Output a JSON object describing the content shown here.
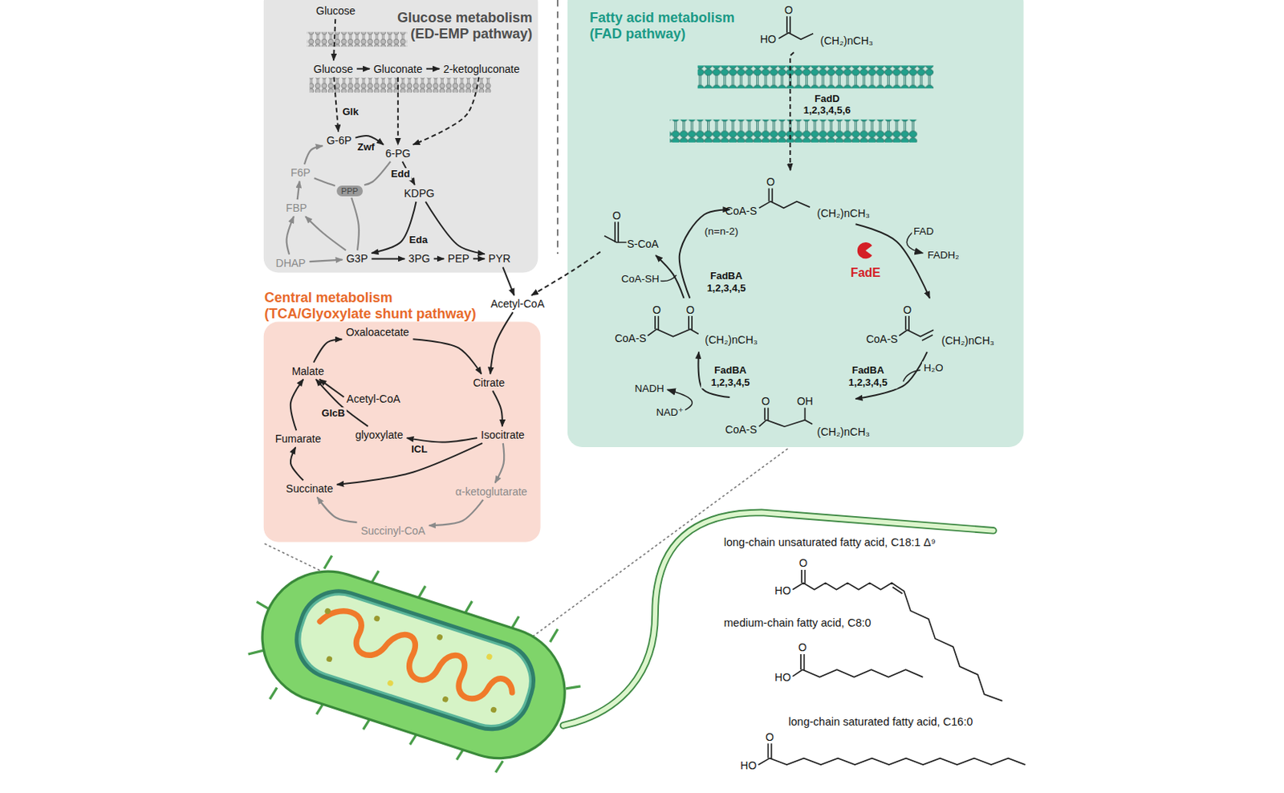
{
  "diagram": {
    "nodes": [
      {
        "text": [
          "Glucose metabolism (ED-EMP pathway)"
        ]
      },
      {
        "text": [
          "Glucose"
        ],
        "in": 0
      },
      {
        "text": [
          "Glucose"
        ],
        "in": 0
      },
      {
        "text": [
          "Gluconate"
        ],
        "in": 0
      },
      {
        "text": [
          "2-ketogluconate"
        ],
        "in": 0
      },
      {
        "text": [
          "G-6P"
        ],
        "in": 0
      },
      {
        "text": [
          "6-PG"
        ],
        "in": 0
      },
      {
        "text": [
          "F6P"
        ],
        "in": 0
      },
      {
        "text": [
          "PPP"
        ],
        "in": 0
      },
      {
        "text": [
          "KDPG"
        ],
        "in": 0
      },
      {
        "text": [
          "FBP"
        ],
        "in": 0
      },
      {
        "text": [
          "G3P"
        ],
        "in": 0
      },
      {
        "text": [
          "3PG"
        ],
        "in": 0
      },
      {
        "text": [
          "PEP"
        ],
        "in": 0
      },
      {
        "text": [
          "PYR"
        ],
        "in": 0
      },
      {
        "text": [
          "DHAP"
        ],
        "in": 0
      },
      {
        "text": [
          "Fatty acid metabolism (FAD pathway)"
        ]
      },
      {
        "text": [
          "O",
          "HO",
          "(CH₂)nCH₃"
        ],
        "in": 16
      },
      {
        "text": [
          "O",
          "CoA-S",
          "(CH₂)nCH₃"
        ],
        "in": 16
      },
      {
        "text": [
          "O",
          "S-CoA"
        ],
        "in": 16
      },
      {
        "text": [
          "O",
          "CoA-S",
          "(CH₂)nCH₃"
        ],
        "in": 16
      },
      {
        "text": [
          "O",
          "O",
          "CoA-S",
          "(CH₂)nCH₃"
        ],
        "in": 16
      },
      {
        "text": [
          "O",
          "OH",
          "CoA-S",
          "(CH₂)nCH₃"
        ],
        "in": 16
      },
      {
        "text": [
          "Acetyl-CoA"
        ]
      },
      {
        "text": [
          "Central metabolism (TCA/Glyoxylate shunt pathway)"
        ]
      },
      {
        "text": [
          "Oxaloacetate"
        ],
        "in": 24
      },
      {
        "text": [
          "Malate"
        ],
        "in": 24
      },
      {
        "text": [
          "Citrate"
        ],
        "in": 24
      },
      {
        "text": [
          "Acetyl-CoA"
        ],
        "in": 24
      },
      {
        "text": [
          "Fumarate"
        ],
        "in": 24
      },
      {
        "text": [
          "glyoxylate"
        ],
        "in": 24
      },
      {
        "text": [
          "Isocitrate"
        ],
        "in": 24
      },
      {
        "text": [
          "Succinate"
        ],
        "in": 24
      },
      {
        "text": [
          "α-ketoglutarate"
        ],
        "in": 24
      },
      {
        "text": [
          "Succinyl-CoA"
        ],
        "in": 24
      },
      {
        "text": [
          "long-chain unsaturated fatty acid, C18:1 Δ⁹",
          "O",
          "HO"
        ]
      },
      {
        "text": [
          "medium-chain fatty acid, C8:0",
          "O",
          "HO"
        ]
      },
      {
        "text": [
          "long-chain saturated fatty acid, C16:0",
          "O",
          "HO"
        ]
      }
    ],
    "edges": [
      {
        "from": 1,
        "to": 2,
        "arrow": "to"
      },
      {
        "from": 2,
        "to": 3,
        "arrow": "to"
      },
      {
        "from": 3,
        "to": 4,
        "arrow": "to"
      },
      {
        "from": 2,
        "to": 5,
        "arrow": "to",
        "label": "Glk"
      },
      {
        "from": 3,
        "to": 6,
        "arrow": "to"
      },
      {
        "from": 4,
        "to": 6,
        "arrow": "to"
      },
      {
        "from": 5,
        "to": 6,
        "arrow": "to",
        "label": "Zwf"
      },
      {
        "from": 6,
        "to": 9,
        "arrow": "to",
        "label": "Edd"
      },
      {
        "from": 9,
        "to": 11,
        "arrow": "to",
        "label": "Eda"
      },
      {
        "from": 9,
        "to": 14,
        "arrow": "to"
      },
      {
        "from": 11,
        "to": 12,
        "arrow": "to"
      },
      {
        "from": 12,
        "to": 13,
        "arrow": "to"
      },
      {
        "from": 13,
        "to": 14,
        "arrow": "to"
      },
      {
        "from": 7,
        "to": 5,
        "arrow": "to"
      },
      {
        "from": 10,
        "to": 7,
        "arrow": "to"
      },
      {
        "from": 15,
        "to": 10,
        "arrow": "to"
      },
      {
        "from": 11,
        "to": 10,
        "arrow": "to"
      },
      {
        "from": 15,
        "to": 11,
        "arrow": "to"
      },
      {
        "from": 6,
        "to": 8,
        "arrow": "none"
      },
      {
        "from": 8,
        "to": 7,
        "arrow": "none"
      },
      {
        "from": 8,
        "to": 11,
        "arrow": "none"
      },
      {
        "from": 14,
        "to": 23,
        "arrow": "to"
      },
      {
        "from": 23,
        "to": 27,
        "arrow": "to"
      },
      {
        "from": 25,
        "to": 27,
        "arrow": "to"
      },
      {
        "from": 27,
        "to": 31,
        "arrow": "to"
      },
      {
        "from": 31,
        "to": 33,
        "arrow": "to"
      },
      {
        "from": 33,
        "to": 34,
        "arrow": "to"
      },
      {
        "from": 34,
        "to": 32,
        "arrow": "to"
      },
      {
        "from": 32,
        "to": 29,
        "arrow": "to"
      },
      {
        "from": 29,
        "to": 26,
        "arrow": "to"
      },
      {
        "from": 26,
        "to": 25,
        "arrow": "to"
      },
      {
        "from": 31,
        "to": 32,
        "arrow": "to"
      },
      {
        "from": 31,
        "to": 30,
        "arrow": "to",
        "label": "ICL"
      },
      {
        "from": 30,
        "to": 26,
        "arrow": "to",
        "label": "GlcB"
      },
      {
        "from": 28,
        "to": 26,
        "arrow": "to"
      },
      {
        "from": 17,
        "to": 18,
        "arrow": "to",
        "label": "FadD 1,2,3,4,5,6"
      },
      {
        "from": 18,
        "to": 20,
        "arrow": "to"
      },
      {
        "from": 20,
        "to": 22,
        "arrow": "to",
        "label": "FadBA 1,2,3,4,5"
      },
      {
        "from": 22,
        "to": 21,
        "arrow": "to",
        "label": "FadBA 1,2,3,4,5"
      },
      {
        "from": 21,
        "to": 18,
        "arrow": "to",
        "label": "FadBA 1,2,3,4,5"
      },
      {
        "from": 21,
        "to": 19,
        "arrow": "to"
      },
      {
        "from": 19,
        "to": 23,
        "arrow": "to"
      }
    ],
    "labels": [
      "FadE",
      "FAD",
      "FADH₂",
      "H₂O",
      "NAD⁺",
      "NADH",
      "CoA-SH",
      "(n=n-2)"
    ]
  }
}
